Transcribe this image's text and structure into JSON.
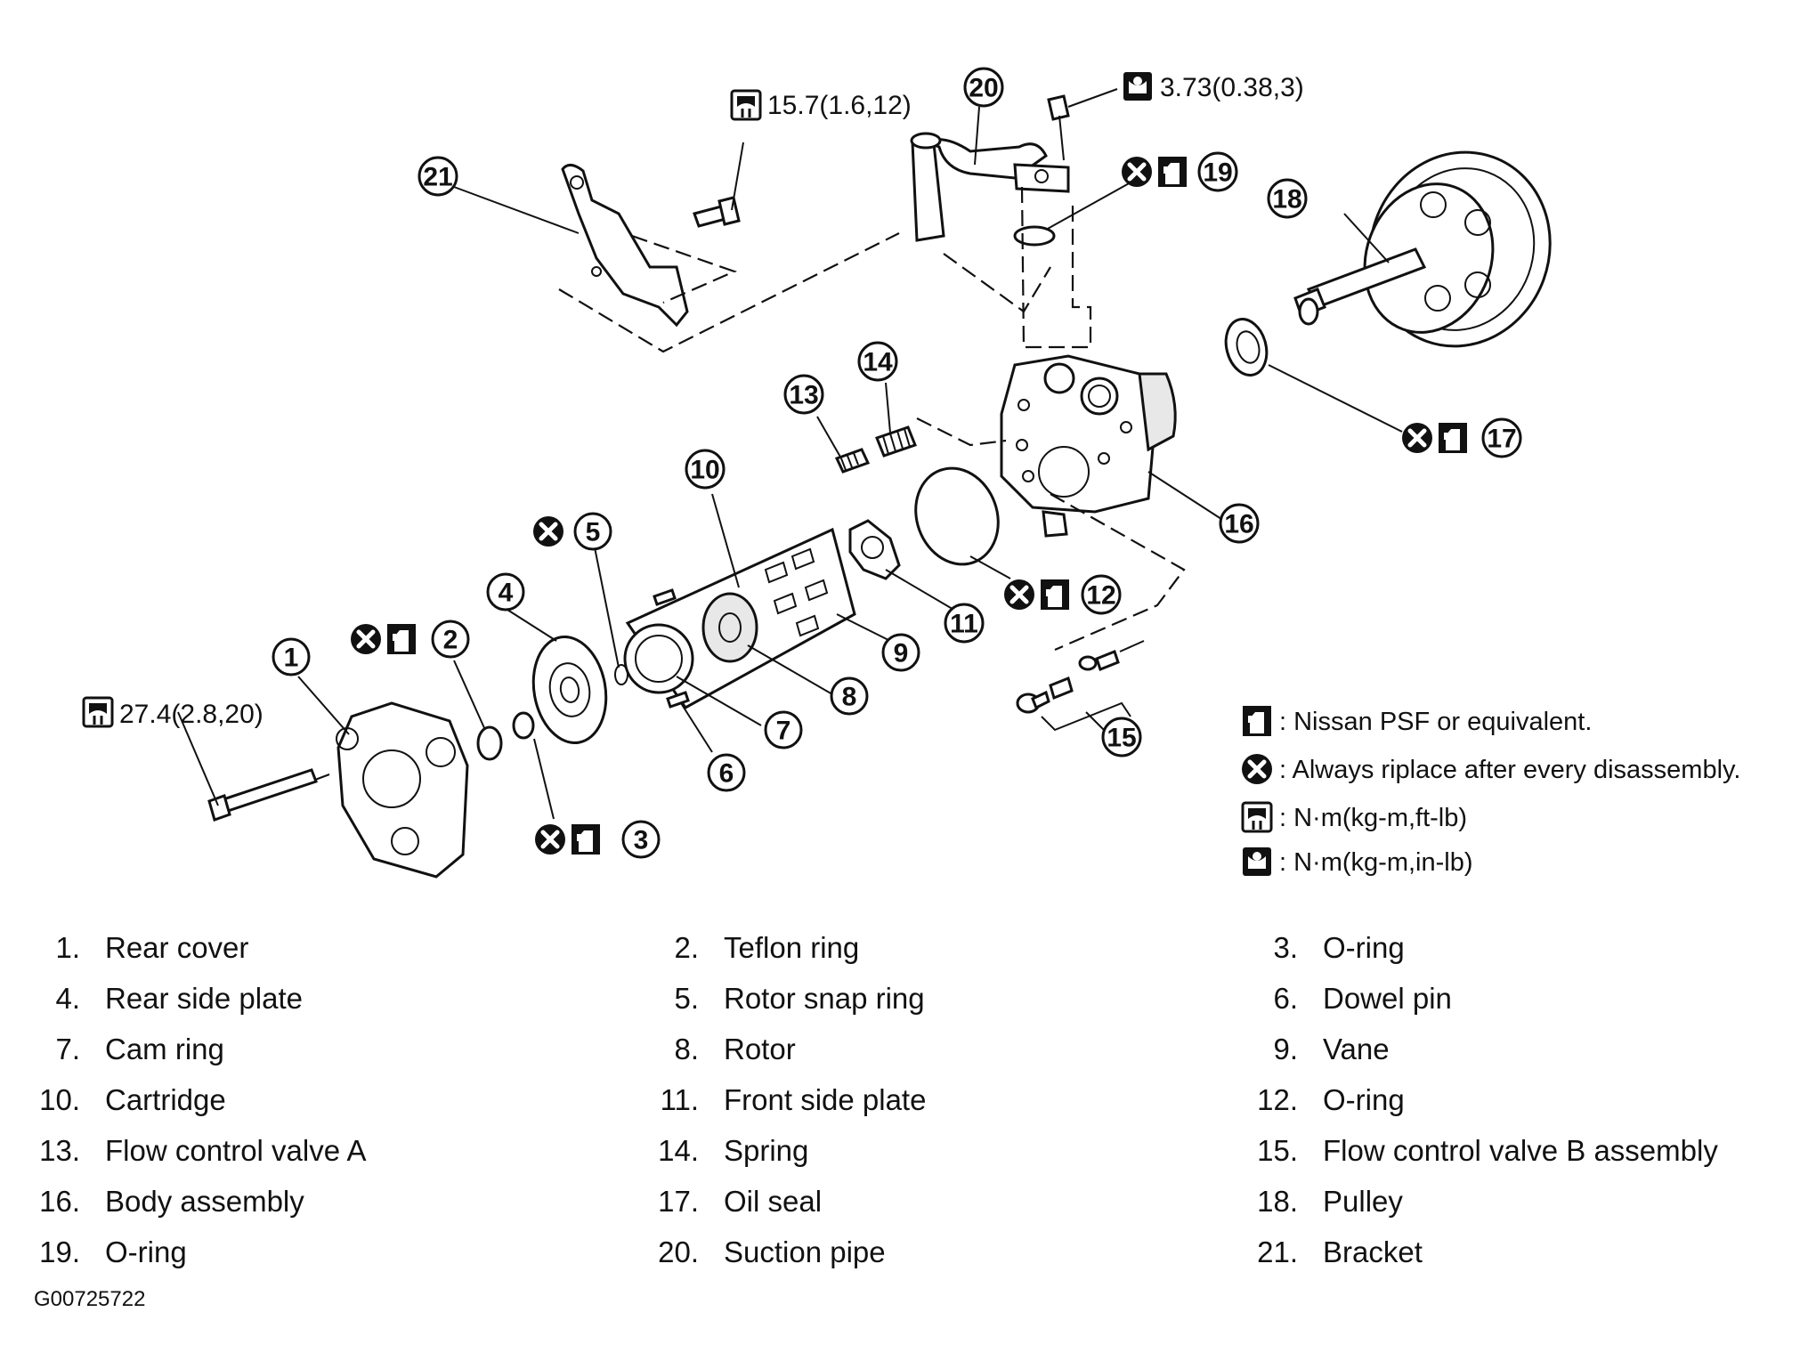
{
  "callouts": [
    "1",
    "2",
    "3",
    "4",
    "5",
    "6",
    "7",
    "8",
    "9",
    "10",
    "11",
    "12",
    "13",
    "14",
    "15",
    "16",
    "17",
    "18",
    "19",
    "20",
    "21"
  ],
  "torques": {
    "bracket_bolt": "15.7(1.6,12)",
    "pipe_bolt": "3.73(0.38,3)",
    "rear_cover_bolt": "27.4(2.8,20)"
  },
  "legend": {
    "psf": ": Nissan PSF or equivalent.",
    "replace": ": Always riplace after every disassembly.",
    "torque_ftlb": ": N·m(kg-m,ft-lb)",
    "torque_inlb": ": N·m(kg-m,in-lb)"
  },
  "parts": [
    {
      "num": "1.",
      "label": "Rear cover"
    },
    {
      "num": "2.",
      "label": "Teflon ring"
    },
    {
      "num": "3.",
      "label": "O-ring"
    },
    {
      "num": "4.",
      "label": "Rear side plate"
    },
    {
      "num": "5.",
      "label": "Rotor snap ring"
    },
    {
      "num": "6.",
      "label": "Dowel pin"
    },
    {
      "num": "7.",
      "label": "Cam ring"
    },
    {
      "num": "8.",
      "label": "Rotor"
    },
    {
      "num": "9.",
      "label": "Vane"
    },
    {
      "num": "10.",
      "label": "Cartridge"
    },
    {
      "num": "11.",
      "label": "Front side plate"
    },
    {
      "num": "12.",
      "label": "O-ring"
    },
    {
      "num": "13.",
      "label": "Flow control valve A"
    },
    {
      "num": "14.",
      "label": "Spring"
    },
    {
      "num": "15.",
      "label": "Flow control valve B assembly"
    },
    {
      "num": "16.",
      "label": "Body assembly"
    },
    {
      "num": "17.",
      "label": "Oil seal"
    },
    {
      "num": "18.",
      "label": "Pulley"
    },
    {
      "num": "19.",
      "label": "O-ring"
    },
    {
      "num": "20.",
      "label": "Suction pipe"
    },
    {
      "num": "21.",
      "label": "Bracket"
    }
  ],
  "doc_id": "G00725722",
  "icons": [
    "psf-can-icon",
    "replace-x-icon",
    "torque-wrench-icon",
    "torque-wrench-filled-icon"
  ]
}
